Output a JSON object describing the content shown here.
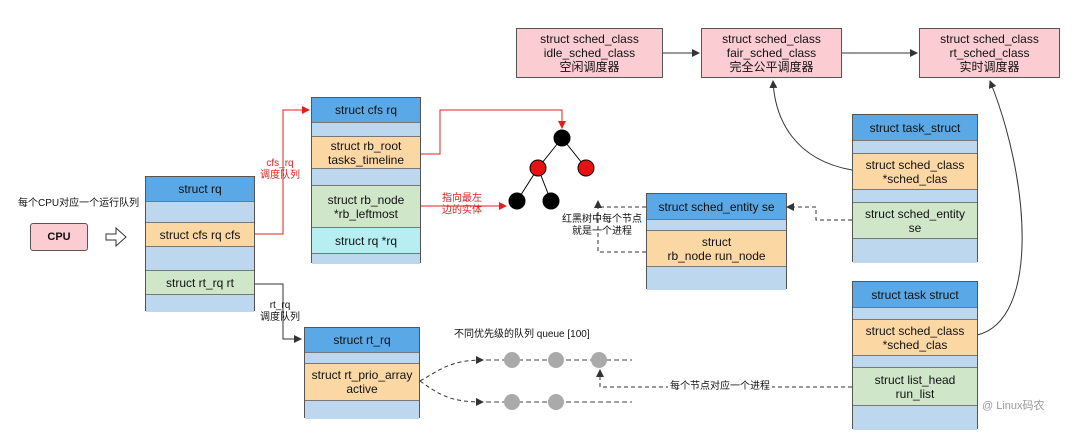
{
  "sched_classes": {
    "idle": "struct sched_class\nidle_sched_class\n空闲调度器",
    "fair": "struct sched_class\nfair_sched_class\n完全公平调度器",
    "rt": "struct sched_class\nrt_sched_class\n实时调度器"
  },
  "cpu": {
    "caption": "每个CPU对应一个运行队列",
    "label": "CPU"
  },
  "rq": {
    "title": "struct  rq",
    "cfs_field": "struct cfs  rq cfs",
    "rt_field": "struct rt_rq rt"
  },
  "cfs_rq": {
    "title": "struct cfs  rq",
    "rb_root": "struct rb_root\ntasks_timeline",
    "rb_leftmost": "struct rb_node\n*rb_leftmost",
    "rq_ptr": "struct rq *rq"
  },
  "rt_rq": {
    "title": "struct rt_rq",
    "active": "struct rt_prio_array\nactive"
  },
  "sched_entity": {
    "title": "struct  sched_entity se",
    "run_node": "struct\nrb_node  run_node"
  },
  "task_struct_1": {
    "title": "struct task_struct",
    "sched_class": "struct sched_class\n*sched_clas",
    "se": "struct sched_entity\nse"
  },
  "task_struct_2": {
    "title": "struct task  struct",
    "sched_class": "struct sched_class\n*sched_clas",
    "run_list": "struct list_head\nrun_list"
  },
  "labels": {
    "cfs_rq_label": "cfs_rq\n调度队列",
    "rt_rq_label": "rt_rq\n调度队列",
    "leftmost_note": "指向最左\n边的实体",
    "rb_node_note": "红黑树中每个节点\n就是一个进程",
    "queue_label": "不同优先级的队列 queue [100]",
    "list_node_note": "每个节点对应一个进程",
    "watermark": "@ Linux码农"
  }
}
